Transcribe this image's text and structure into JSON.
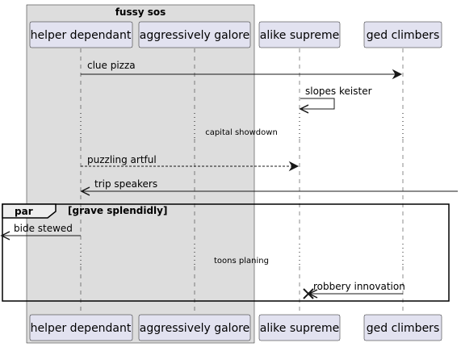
{
  "diagram": {
    "box": {
      "title": "fussy sos"
    },
    "participants": [
      {
        "id": "p0",
        "label": "helper dependant"
      },
      {
        "id": "p1",
        "label": "aggressively galore"
      },
      {
        "id": "p2",
        "label": "alike supreme"
      },
      {
        "id": "p3",
        "label": "ged climbers"
      }
    ],
    "messages": [
      {
        "id": "m1",
        "text": "clue pizza",
        "from": "p0",
        "to": "p3",
        "style": "solid",
        "head": "filled"
      },
      {
        "id": "m2",
        "text": "slopes keister",
        "from": "p2",
        "to": "p2",
        "style": "solid",
        "head": "open"
      },
      {
        "id": "m3",
        "text": "puzzling artful",
        "from": "p0",
        "to": "p2",
        "style": "dashed",
        "head": "filled"
      },
      {
        "id": "m4",
        "text": "trip speakers",
        "from": "right-edge",
        "to": "p0",
        "style": "solid",
        "head": "open"
      },
      {
        "id": "m5",
        "text": "bide stewed",
        "from": "p0",
        "to": "left-edge",
        "style": "solid",
        "head": "open"
      },
      {
        "id": "m6",
        "text": "robbery innovation",
        "from": "p3",
        "to": "p2",
        "style": "solid",
        "head": "destroy"
      }
    ],
    "delays": [
      {
        "id": "d1",
        "text": "capital showdown"
      },
      {
        "id": "d2",
        "text": "toons planing"
      }
    ],
    "fragment": {
      "keyword": "par",
      "condition": "[grave splendidly]"
    }
  }
}
